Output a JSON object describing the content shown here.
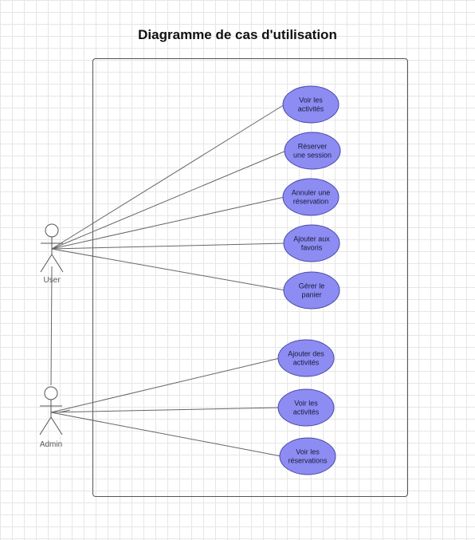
{
  "title": "Diagramme de cas d'utilisation",
  "colors": {
    "usecase_fill": "#8c8cf2",
    "usecase_stroke": "#4a4aa8",
    "line": "#666666",
    "grid": "#e6e6e6"
  },
  "actors": [
    {
      "id": "user",
      "label": "User"
    },
    {
      "id": "admin",
      "label": "Admin"
    }
  ],
  "use_cases": [
    {
      "id": "voir-activites",
      "lines": [
        "Voir les",
        "activités"
      ],
      "actor": "user"
    },
    {
      "id": "reserver-session",
      "lines": [
        "Réserver",
        "une session"
      ],
      "actor": "user"
    },
    {
      "id": "annuler-reservation",
      "lines": [
        "Annuler une",
        "réservation"
      ],
      "actor": "user"
    },
    {
      "id": "ajouter-favoris",
      "lines": [
        "Ajouter aux",
        "favoris"
      ],
      "actor": "user"
    },
    {
      "id": "gerer-panier",
      "lines": [
        "Gérer le",
        "panier"
      ],
      "actor": "user"
    },
    {
      "id": "ajouter-activites",
      "lines": [
        "Ajouter des",
        "activités"
      ],
      "actor": "admin"
    },
    {
      "id": "admin-voir-activites",
      "lines": [
        "Voir les",
        "activités"
      ],
      "actor": "admin"
    },
    {
      "id": "voir-reservations",
      "lines": [
        "Voir les",
        "réservations"
      ],
      "actor": "admin"
    }
  ]
}
